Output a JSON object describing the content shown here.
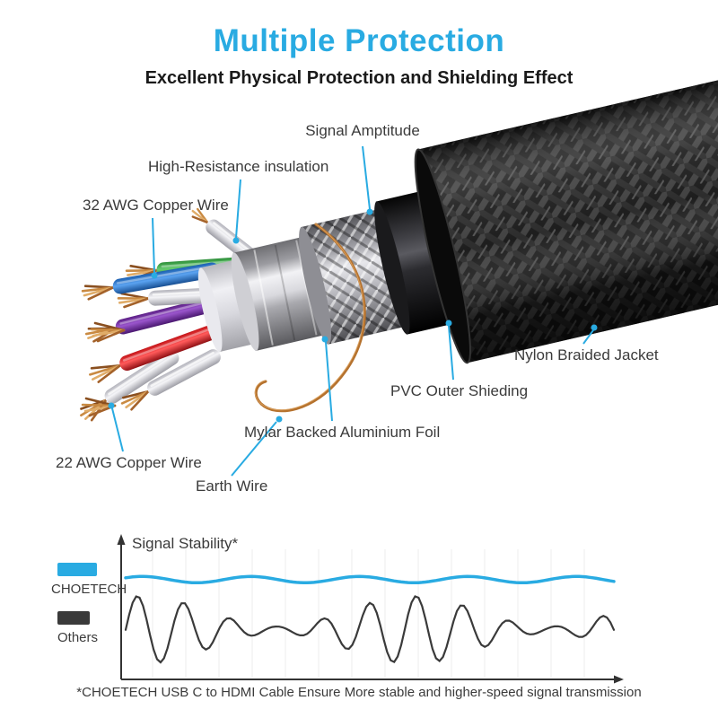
{
  "header": {
    "title": "Multiple Protection",
    "subtitle": "Excellent Physical Protection and Shielding Effect"
  },
  "labels": [
    {
      "id": "signal-amptitude",
      "text": "Signal Amptitude"
    },
    {
      "id": "high-resistance-insulation",
      "text": "High-Resistance insulation"
    },
    {
      "id": "awg32-copper-wire",
      "text": "32 AWG Copper Wire"
    },
    {
      "id": "nylon-braided-jacket",
      "text": "Nylon Braided Jacket"
    },
    {
      "id": "pvc-outer-shieding",
      "text": "PVC Outer Shieding"
    },
    {
      "id": "mylar-backed-aluminium-foil",
      "text": "Mylar Backed Aluminium Foil"
    },
    {
      "id": "earth-wire",
      "text": "Earth Wire"
    },
    {
      "id": "awg22-copper-wire",
      "text": "22 AWG Copper Wire"
    }
  ],
  "colors": {
    "accent": "#29abe2",
    "copper": "#b5722e",
    "wire_blue": "#2e7fe8",
    "wire_green": "#3fae49",
    "wire_purple": "#7a30b0",
    "wire_red": "#e31e24",
    "jacket_black": "#161616"
  },
  "chart_data": {
    "type": "line",
    "title": "Signal Stability*",
    "footnote": "*CHOETECH USB C to HDMI Cable Ensure More stable and higher-speed signal transmission",
    "x_axis": {
      "label": "",
      "range": [
        0,
        1
      ],
      "arrow": true,
      "gridlines": 14
    },
    "y_axis": {
      "label": "",
      "range": [
        0,
        1
      ],
      "arrow": true
    },
    "grid": "vertical-light",
    "legend_position": "left",
    "series": [
      {
        "name": "CHOETECH",
        "color": "#29abe2",
        "description": "stable high-level signal",
        "baseline": 0.78,
        "amplitude": 0.025,
        "cycles": 4.5,
        "phase": 0.6,
        "mod_amplitude": 0,
        "mod_cycles": 0,
        "mod_phase": 0
      },
      {
        "name": "Others",
        "color": "#3a3a3a",
        "description": "unstable oscillating signal",
        "baseline": 0.38,
        "amplitude": 0.27,
        "cycles": 10.5,
        "phase": 0,
        "mod_amplitude": 0.45,
        "mod_cycles": 1.8,
        "mod_phase": 1.2
      }
    ]
  }
}
